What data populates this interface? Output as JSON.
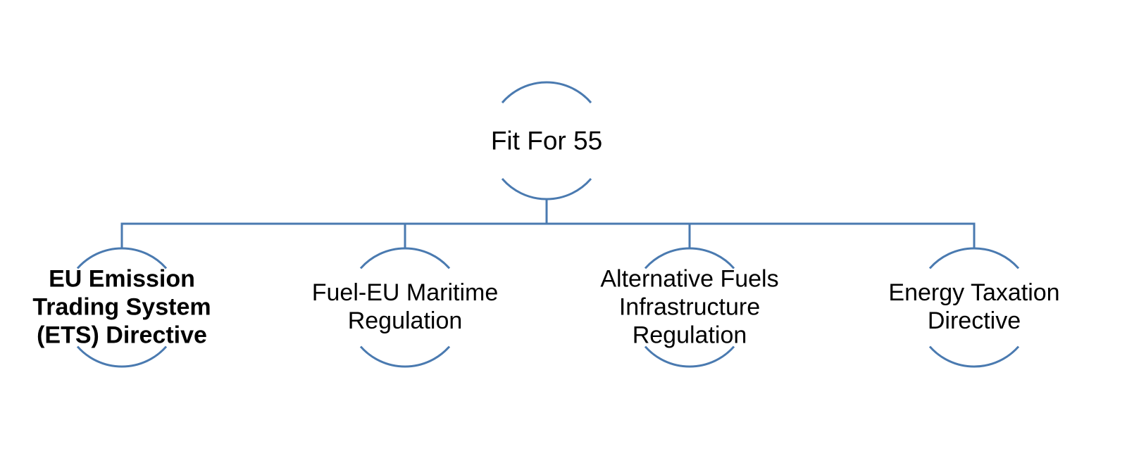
{
  "colors": {
    "line": "#4a7ab0",
    "text": "#000000"
  },
  "root": {
    "label": "Fit For 55"
  },
  "children": [
    {
      "lines": [
        "EU Emission",
        "Trading System",
        "(ETS) Directive"
      ],
      "bold": true
    },
    {
      "lines": [
        "Fuel-EU Maritime",
        "Regulation"
      ],
      "bold": false
    },
    {
      "lines": [
        "Alternative Fuels",
        "Infrastructure",
        "Regulation"
      ],
      "bold": false
    },
    {
      "lines": [
        "Energy Taxation",
        "Directive"
      ],
      "bold": false
    }
  ]
}
